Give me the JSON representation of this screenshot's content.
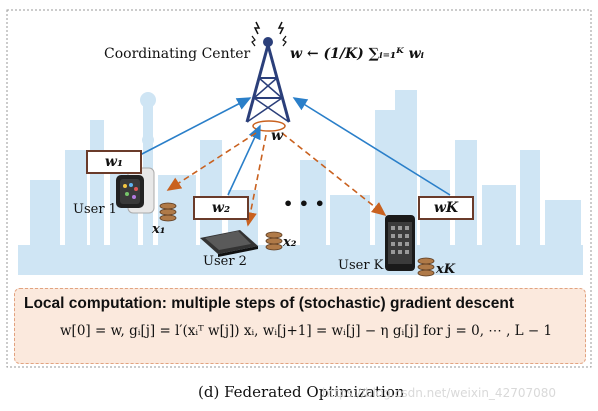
{
  "diagram": {
    "coordinating_center_label": "Coordinating Center",
    "aggregation_formula": "w ← (1/K) ∑ᵢ₌₁ᴷ wᵢ",
    "tower_weight_label": "w",
    "users": [
      {
        "name": "User 1",
        "weight_label": "w₁",
        "data_label": "x₁",
        "device": "smartwatch-icon"
      },
      {
        "name": "User 2",
        "weight_label": "w₂",
        "data_label": "x₂",
        "device": "tablet-icon"
      },
      {
        "name": "User K",
        "weight_label": "wK",
        "data_label": "xK",
        "device": "smartphone-icon"
      }
    ],
    "ellipsis": "• • •",
    "local_computation": {
      "title": "Local computation: multiple steps of (stochastic) gradient descent",
      "formula": "w[0] = w, gᵢ[j] = l′(xᵢᵀ w[j]) xᵢ, wᵢ[j+1] = wᵢ[j] − η gᵢ[j]  for j = 0, ⋯ , L − 1"
    },
    "caption": "(d) Federated Optimization",
    "watermark": "https://blog.csdn.net/weixin_42707080",
    "colors": {
      "upload_arrow": "#2a7fc9",
      "download_arrow": "#c9611f",
      "skyline": "#cfe5f4",
      "tower": "#2b3f7a",
      "local_box_fill": "#fbe9dd",
      "local_box_border": "#e2a27f"
    }
  }
}
